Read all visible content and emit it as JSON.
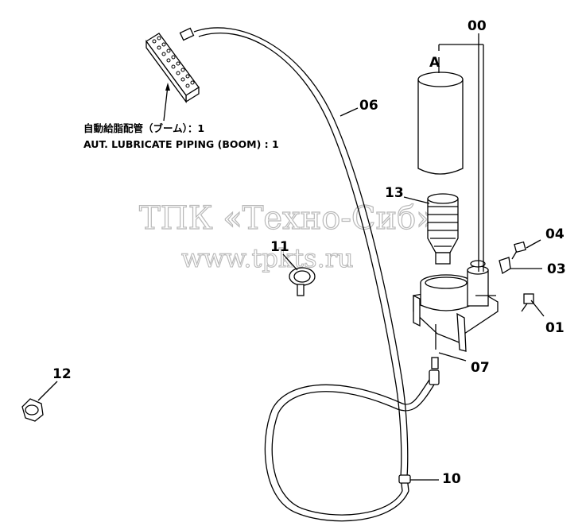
{
  "labels": {
    "assembly": "00",
    "a": "A",
    "p01": "01",
    "p03": "03",
    "p04": "04",
    "p06": "06",
    "p07": "07",
    "p10": "10",
    "p11": "11",
    "p12": "12",
    "p13": "13"
  },
  "note": {
    "jp": "自動給脂配管（ブーム）：1",
    "en": "AUT. LUBRICATE PIPING (BOOM) : 1"
  },
  "watermark": {
    "line1": "ТПК «Техно-Сиб»",
    "line2": "www.tpkts.ru"
  }
}
